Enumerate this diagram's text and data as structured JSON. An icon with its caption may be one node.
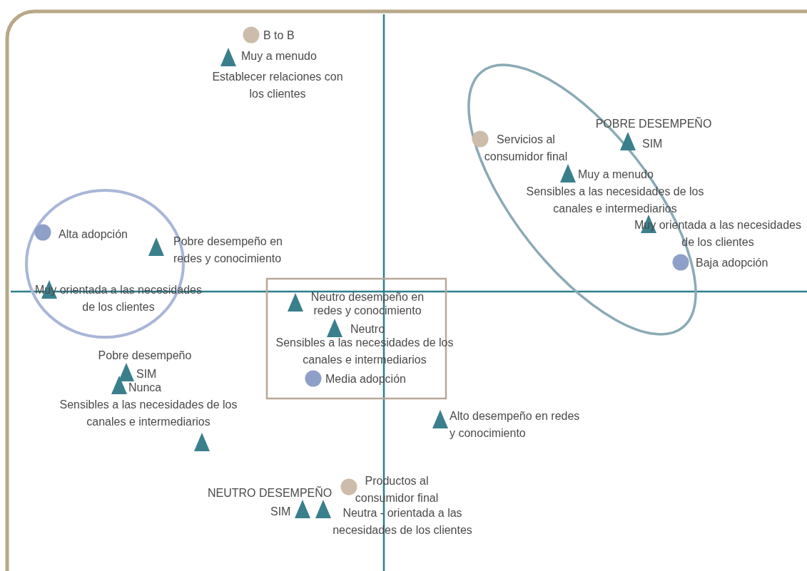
{
  "diagram": {
    "labels": [
      "B to B",
      "Muy a menudo",
      "Establecer relaciones con los clientes",
      "POBRE DESEMPEÑO",
      "Servicios al consumidor final",
      "SIM",
      "Muy a menudo",
      "Sensibles a las necesidades de los canales e intermediarios",
      "Muy orientada a las necesidades de los clientes",
      "Alta adopción",
      "Pobre desempeño en redes y conocimiento",
      "Baja adopción",
      "Muy orientada a las necesidades de los clientes",
      "Neutro desempeño en redes y conocimiento",
      "Neutro",
      "Sensibles a las necesidades de los canales e intermediarios",
      "Pobre desempeño",
      "SIM",
      "Media adopción",
      "Nunca",
      "Sensibles a las necesidades de los canales e intermediarios",
      "Alto desempeño en redes y conocimiento",
      "Productos al consumidor final",
      "NEUTRO DESEMPEÑO",
      "SIM",
      "Neutra - orientada a las necesidades de los clientes"
    ]
  }
}
